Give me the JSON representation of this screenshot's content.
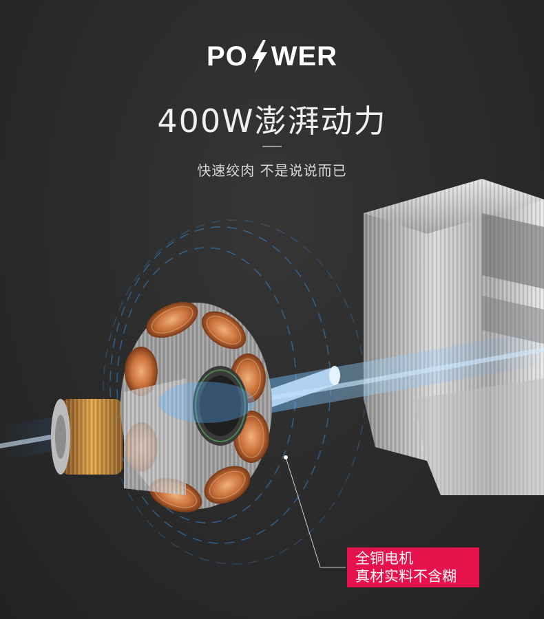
{
  "brand": {
    "left_text": "PO",
    "right_text": "WER",
    "bolt_icon": "lightning-bolt-icon"
  },
  "headline": "400W澎湃动力",
  "subhead": "快速绞肉 不是说说而已",
  "callout": {
    "line1": "全铜电机",
    "line2": "真材实料不含糊"
  },
  "colors": {
    "background": "#2a2a2a",
    "callout_bg": "#e6124c",
    "copper": "#c8703a",
    "glow_blue": "#2f8cff"
  },
  "illustration": {
    "subject": "copper-motor-stator-icon",
    "block": "steel-blade-block-icon"
  }
}
